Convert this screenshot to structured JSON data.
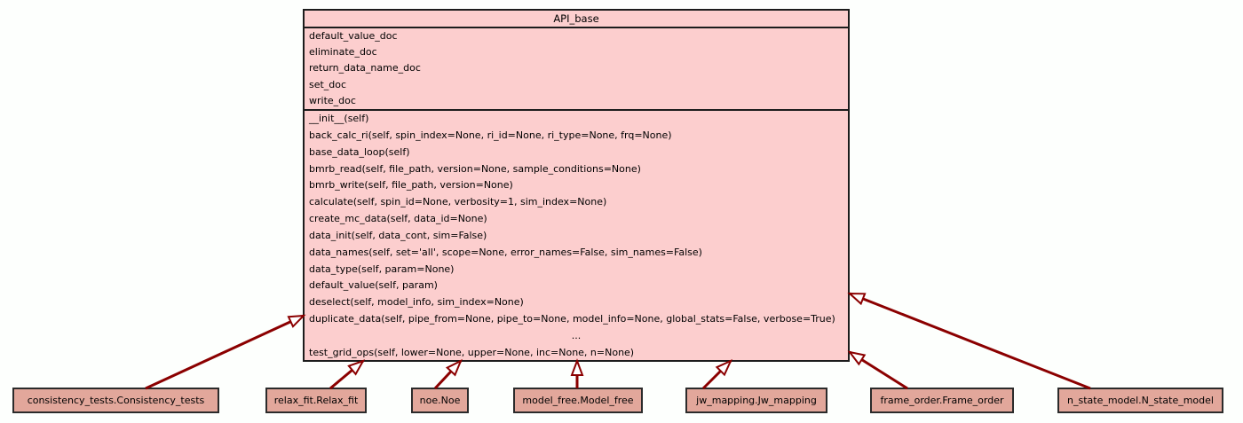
{
  "diagram": {
    "type": "uml-class-diagram",
    "main_class": {
      "name": "API_base",
      "attributes": [
        "default_value_doc",
        "eliminate_doc",
        "return_data_name_doc",
        "set_doc",
        "write_doc"
      ],
      "methods": [
        "__init__(self)",
        "back_calc_ri(self, spin_index=None, ri_id=None, ri_type=None, frq=None)",
        "base_data_loop(self)",
        "bmrb_read(self, file_path, version=None, sample_conditions=None)",
        "bmrb_write(self, file_path, version=None)",
        "calculate(self, spin_id=None, verbosity=1, sim_index=None)",
        "create_mc_data(self, data_id=None)",
        "data_init(self, data_cont, sim=False)",
        "data_names(self, set='all', scope=None, error_names=False, sim_names=False)",
        "data_type(self, param=None)",
        "default_value(self, param)",
        "deselect(self, model_info, sim_index=None)",
        "duplicate_data(self, pipe_from=None, pipe_to=None, model_info=None, global_stats=False, verbose=True)",
        "...",
        "test_grid_ops(self, lower=None, upper=None, inc=None, n=None)"
      ]
    },
    "subclasses": [
      {
        "name": "consistency_tests.Consistency_tests"
      },
      {
        "name": "relax_fit.Relax_fit"
      },
      {
        "name": "noe.Noe"
      },
      {
        "name": "model_free.Model_free"
      },
      {
        "name": "jw_mapping.Jw_mapping"
      },
      {
        "name": "frame_order.Frame_order"
      },
      {
        "name": "n_state_model.N_state_model"
      }
    ],
    "edges": [
      {
        "from": "consistency_tests.Consistency_tests",
        "to": "API_base",
        "relation": "inheritance"
      },
      {
        "from": "relax_fit.Relax_fit",
        "to": "API_base",
        "relation": "inheritance"
      },
      {
        "from": "noe.Noe",
        "to": "API_base",
        "relation": "inheritance"
      },
      {
        "from": "model_free.Model_free",
        "to": "API_base",
        "relation": "inheritance"
      },
      {
        "from": "jw_mapping.Jw_mapping",
        "to": "API_base",
        "relation": "inheritance"
      },
      {
        "from": "frame_order.Frame_order",
        "to": "API_base",
        "relation": "inheritance"
      },
      {
        "from": "n_state_model.N_state_model",
        "to": "API_base",
        "relation": "inheritance"
      }
    ],
    "colors": {
      "base_class_fill": "#fccece",
      "subclass_fill": "#e2a79b",
      "edge_line": "#8b0000",
      "arrowhead_fill": "#ffffff",
      "border": "#1c1c1c",
      "background": "#fdfffd",
      "text": "#000000"
    }
  }
}
